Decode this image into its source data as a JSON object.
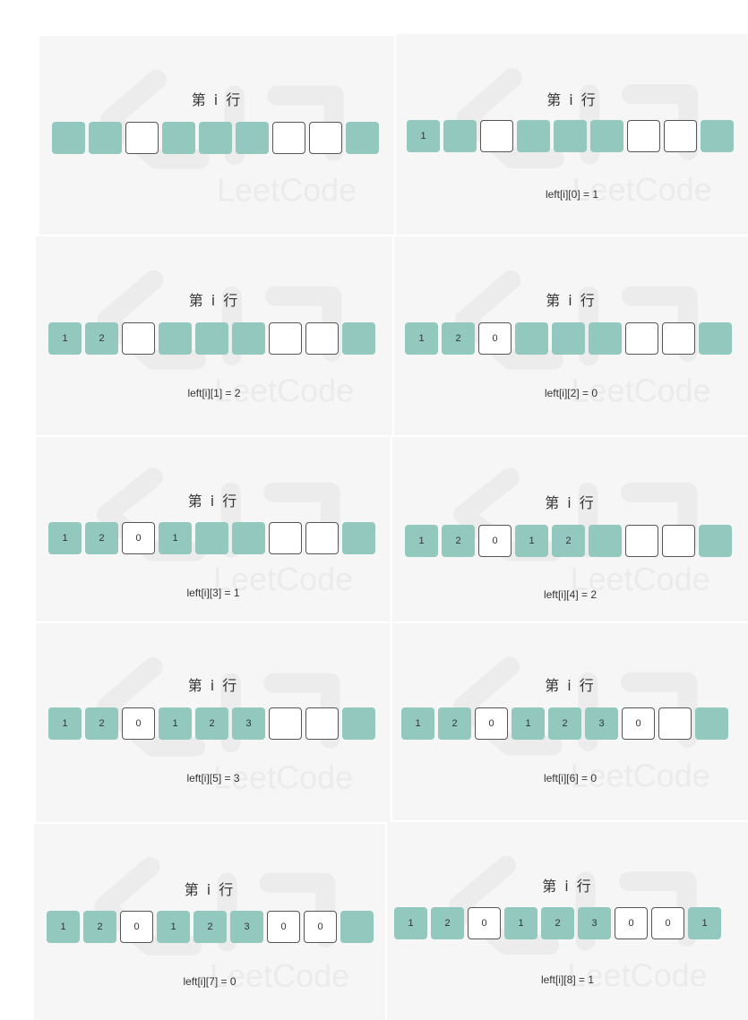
{
  "title": "第 i 行",
  "grid": [
    1,
    1,
    0,
    1,
    1,
    1,
    0,
    0,
    1
  ],
  "panels": [
    {
      "values": [
        "",
        "",
        "",
        "",
        "",
        "",
        "",
        "",
        ""
      ],
      "caption": ""
    },
    {
      "values": [
        "1",
        "",
        "",
        "",
        "",
        "",
        "",
        "",
        ""
      ],
      "caption": "left[i][0] = 1"
    },
    {
      "values": [
        "1",
        "2",
        "",
        "",
        "",
        "",
        "",
        "",
        ""
      ],
      "caption": "left[i][1] = 2"
    },
    {
      "values": [
        "1",
        "2",
        "0",
        "",
        "",
        "",
        "",
        "",
        ""
      ],
      "caption": "left[i][2] = 0"
    },
    {
      "values": [
        "1",
        "2",
        "0",
        "1",
        "",
        "",
        "",
        "",
        ""
      ],
      "caption": "left[i][3] = 1"
    },
    {
      "values": [
        "1",
        "2",
        "0",
        "1",
        "2",
        "",
        "",
        "",
        ""
      ],
      "caption": "left[i][4] = 2"
    },
    {
      "values": [
        "1",
        "2",
        "0",
        "1",
        "2",
        "3",
        "",
        "",
        ""
      ],
      "caption": "left[i][5] = 3"
    },
    {
      "values": [
        "1",
        "2",
        "0",
        "1",
        "2",
        "3",
        "0",
        "",
        ""
      ],
      "caption": "left[i][6] = 0"
    },
    {
      "values": [
        "1",
        "2",
        "0",
        "1",
        "2",
        "3",
        "0",
        "0",
        ""
      ],
      "caption": "left[i][7] = 0"
    },
    {
      "values": [
        "1",
        "2",
        "0",
        "1",
        "2",
        "3",
        "0",
        "0",
        "1"
      ],
      "caption": "left[i][8] = 1"
    }
  ],
  "watermark_text": "LeetCode",
  "colors": {
    "filled": "#92c8bd",
    "empty": "#ffffff",
    "panel": "#f6f6f6"
  }
}
